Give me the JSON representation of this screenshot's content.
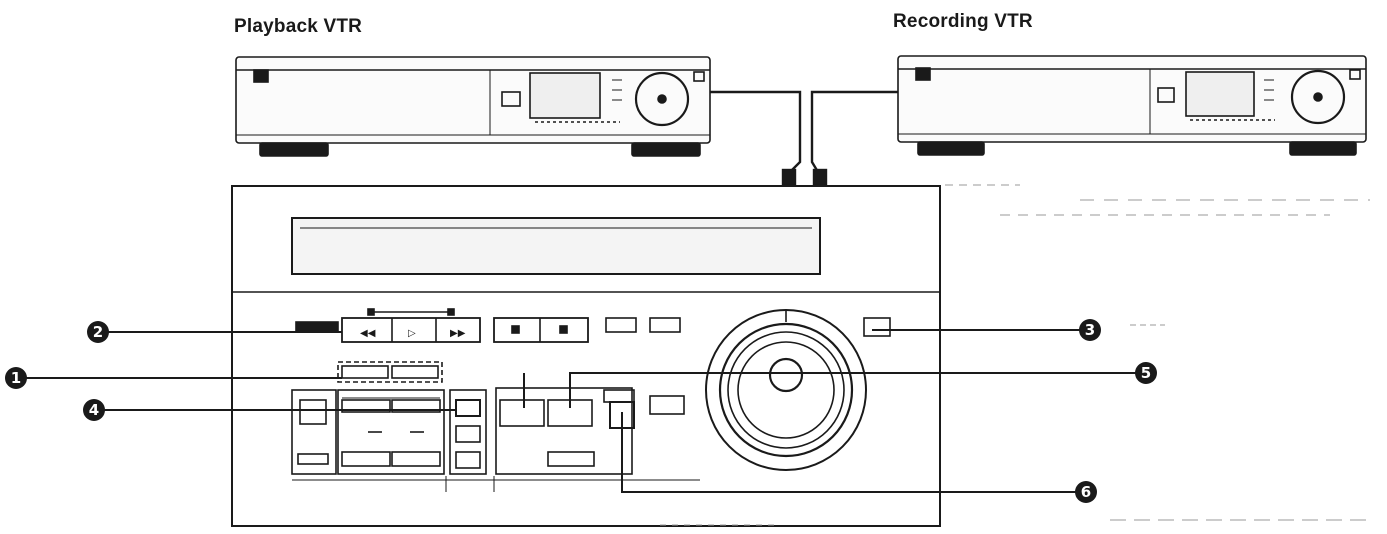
{
  "labels": {
    "playback_vtr": "Playback VTR",
    "recording_vtr": "Recording VTR"
  },
  "callouts": [
    {
      "id": "c2",
      "text": "2"
    },
    {
      "id": "c1",
      "text": "1"
    },
    {
      "id": "c4",
      "text": "4"
    },
    {
      "id": "c3",
      "text": "3"
    },
    {
      "id": "c5",
      "text": "5"
    },
    {
      "id": "c6",
      "text": "6"
    }
  ],
  "colors": {
    "ink": "#1a1a1a",
    "paper": "#ffffff",
    "panel": "#f4f4f4"
  }
}
